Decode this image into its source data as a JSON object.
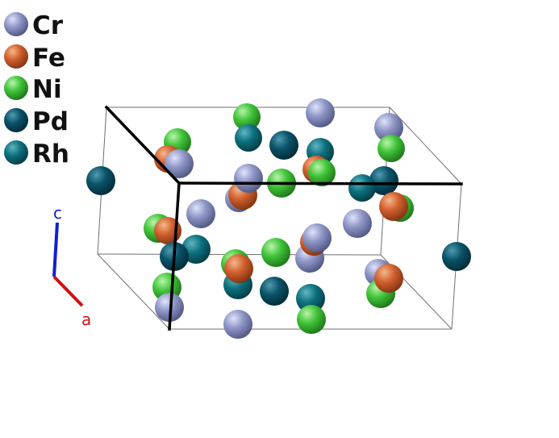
{
  "legend": [
    {
      "label": "Cr",
      "color": "#8e96c6"
    },
    {
      "label": "Fe",
      "color": "#d2602d"
    },
    {
      "label": "Ni",
      "color": "#41c43a"
    },
    {
      "label": "Pd",
      "color": "#0a5268"
    },
    {
      "label": "Rh",
      "color": "#0d7180"
    }
  ],
  "axes": {
    "c": {
      "label": "c",
      "color": "#1020d0"
    },
    "a": {
      "label": "a",
      "color": "#d01010"
    }
  }
}
